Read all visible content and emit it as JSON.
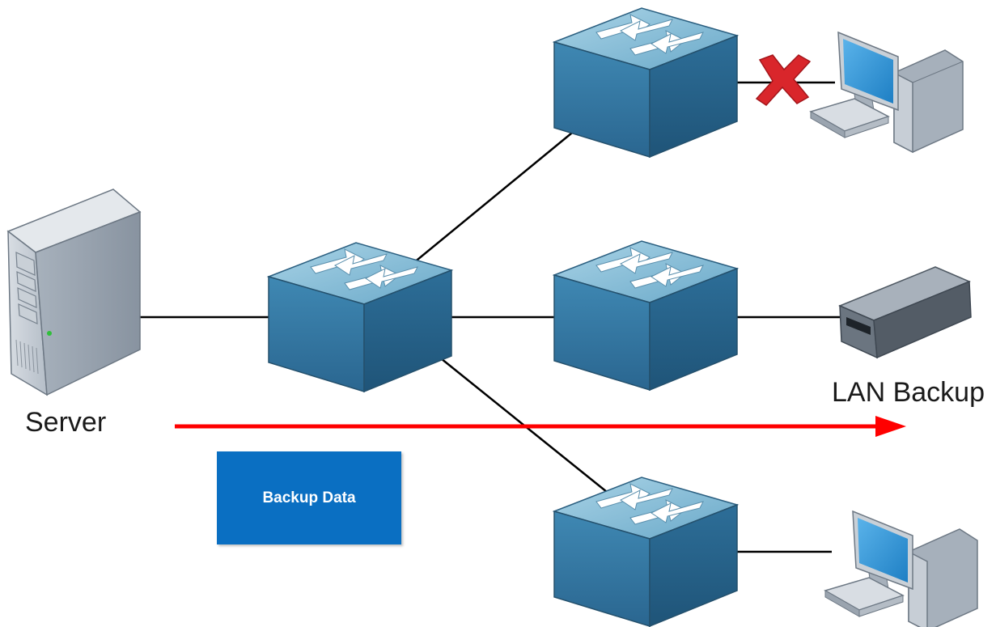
{
  "labels": {
    "server": "Server",
    "lan_backup": "LAN Backup",
    "backup_data": "Backup Data"
  },
  "nodes": [
    {
      "id": "server",
      "kind": "server-tower",
      "icon": "server-icon"
    },
    {
      "id": "core-switch",
      "kind": "switch",
      "icon": "switch-icon"
    },
    {
      "id": "switch-top",
      "kind": "switch",
      "icon": "switch-icon"
    },
    {
      "id": "switch-middle",
      "kind": "switch",
      "icon": "switch-icon"
    },
    {
      "id": "switch-bottom",
      "kind": "switch",
      "icon": "switch-icon"
    },
    {
      "id": "workstation-top",
      "kind": "workstation",
      "icon": "workstation-icon"
    },
    {
      "id": "lan-backup-device",
      "kind": "tape-drive",
      "icon": "tape-drive-icon"
    },
    {
      "id": "workstation-bottom",
      "kind": "workstation",
      "icon": "workstation-icon"
    }
  ],
  "links": [
    {
      "from": "server",
      "to": "core-switch"
    },
    {
      "from": "core-switch",
      "to": "switch-top"
    },
    {
      "from": "core-switch",
      "to": "switch-middle"
    },
    {
      "from": "core-switch",
      "to": "switch-bottom"
    },
    {
      "from": "switch-top",
      "to": "workstation-top",
      "blocked": true
    },
    {
      "from": "switch-middle",
      "to": "lan-backup-device"
    },
    {
      "from": "switch-bottom",
      "to": "workstation-bottom"
    }
  ],
  "flow": {
    "from": "server",
    "to": "lan-backup-device",
    "color": "#ff0000"
  },
  "colors": {
    "switch_top": "#8fc3dc",
    "switch_side": "#2f6f98",
    "blocked_mark": "#d9262b",
    "backup_box": "#0a6fc2"
  }
}
